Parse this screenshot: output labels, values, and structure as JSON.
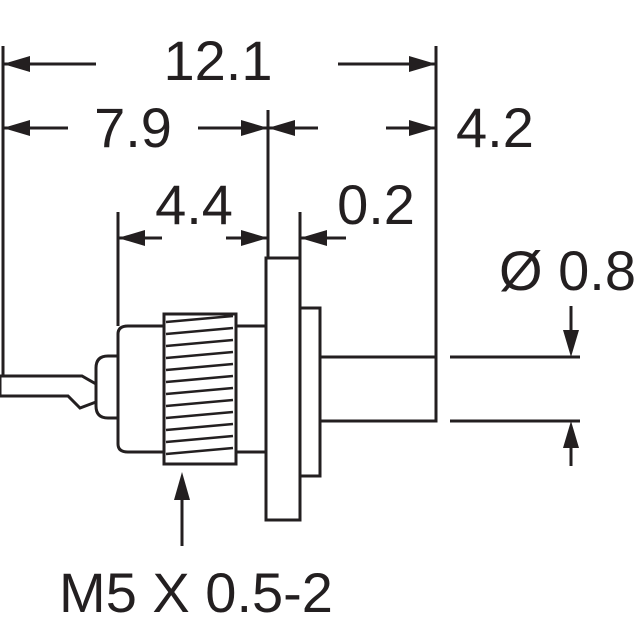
{
  "drawing": {
    "dimensions": {
      "overall_length": "12.1",
      "rear_length": "7.9",
      "front_length": "4.2",
      "thread_length": "4.4",
      "flange_gap": "0.2",
      "pin_diameter": "Ø 0.8"
    },
    "thread_callout": "M5 X 0.5-2"
  }
}
